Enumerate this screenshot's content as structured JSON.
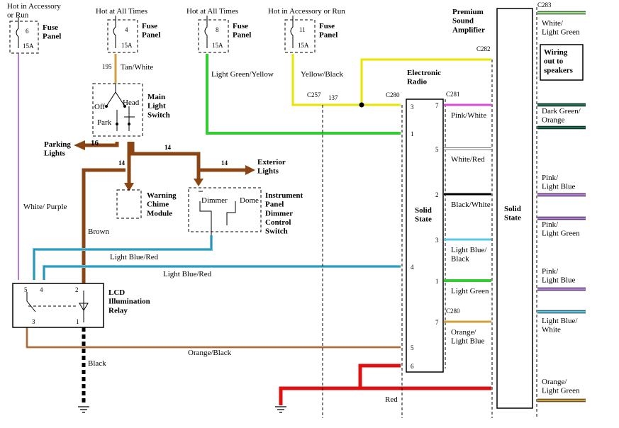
{
  "fuses": [
    {
      "label": "Hot in Accessory\nor Run",
      "number": "6",
      "amps": "15A",
      "panel": "Fuse\nPanel"
    },
    {
      "label": "Hot at All Times",
      "number": "4",
      "amps": "15A",
      "panel": "Fuse\nPanel"
    },
    {
      "label": "Hot at All Times",
      "number": "8",
      "amps": "15A",
      "panel": "Fuse\nPanel"
    },
    {
      "label": "Hot in Accessory or Run",
      "number": "11",
      "amps": "15A",
      "panel": "Fuse\nPanel"
    }
  ],
  "components": {
    "main_light_switch": {
      "name": "Main\nLight\nSwitch",
      "off": "Off",
      "head": "Head",
      "park": "Park"
    },
    "parking_lights": "Parking\nLights",
    "exterior_lights": "Exterior\nLights",
    "warning_chime": "Warning\nChime\nModule",
    "dimmer": {
      "name": "Instrument\nPanel\nDimmer\nControl\nSwitch",
      "dimmer": "Dimmer",
      "dome": "Dome"
    },
    "lcd_relay": {
      "name": "LCD\nIllumination\nRelay",
      "p5": "5",
      "p4": "4",
      "p2": "2",
      "p3": "3",
      "p1": "1"
    },
    "radio": {
      "name": "Electronic\nRadio",
      "inner": "Solid\nState"
    },
    "amp": {
      "name": "Premium\nSound\nAmplifier",
      "inner": "Solid\nState"
    },
    "speakers_note": "Wiring\nout to\nspeakers"
  },
  "wires": {
    "white_purple": "White/ Purple",
    "tan_white": "Tan/White",
    "tan_white_circuit": "195",
    "light_green_yellow": "Light Green/Yellow",
    "yellow_black": "Yellow/Black",
    "yb_circuit": "137",
    "brown": "Brown",
    "c16": "16",
    "c14a": "14",
    "c14b": "14",
    "c14c": "14",
    "lb_red_1": "Light Blue/Red",
    "lb_red_2": "Light Blue/Red",
    "orange_black": "Orange/Black",
    "black": "Black",
    "red": "Red"
  },
  "connectors": {
    "c257": "C257",
    "c280a": "C280",
    "c280b": "C280",
    "c281": "C281",
    "c282": "C282",
    "c283": "C283"
  },
  "radio_pins": {
    "left": [
      "3",
      "1",
      "4",
      "5",
      "6"
    ],
    "right": [
      "7",
      "5",
      "2",
      "3",
      "1",
      "7"
    ]
  },
  "radio_out_labels": [
    "Pink/White",
    "White/Red",
    "Black/White",
    "Light Blue/\nBlack",
    "Light Green",
    "Orange/\nLight Blue"
  ],
  "amp_out_labels": [
    "White/\nLight Green",
    "Dark Green/\nOrange",
    "Pink/\nLight Blue",
    "Pink/\nLight Green",
    "Pink/\nLight Blue",
    "Light Blue/\nWhite",
    "Orange/\nLight Green"
  ],
  "colors": {
    "brown": "#8B4513",
    "purple": "#B57BD6",
    "tan": "#D2A03C",
    "green": "#33CC33",
    "yellow": "#E6E600",
    "lightblue": "#5BC8E8",
    "orange": "#D9945A",
    "red": "#E01010",
    "pink": "#D94CD9"
  }
}
